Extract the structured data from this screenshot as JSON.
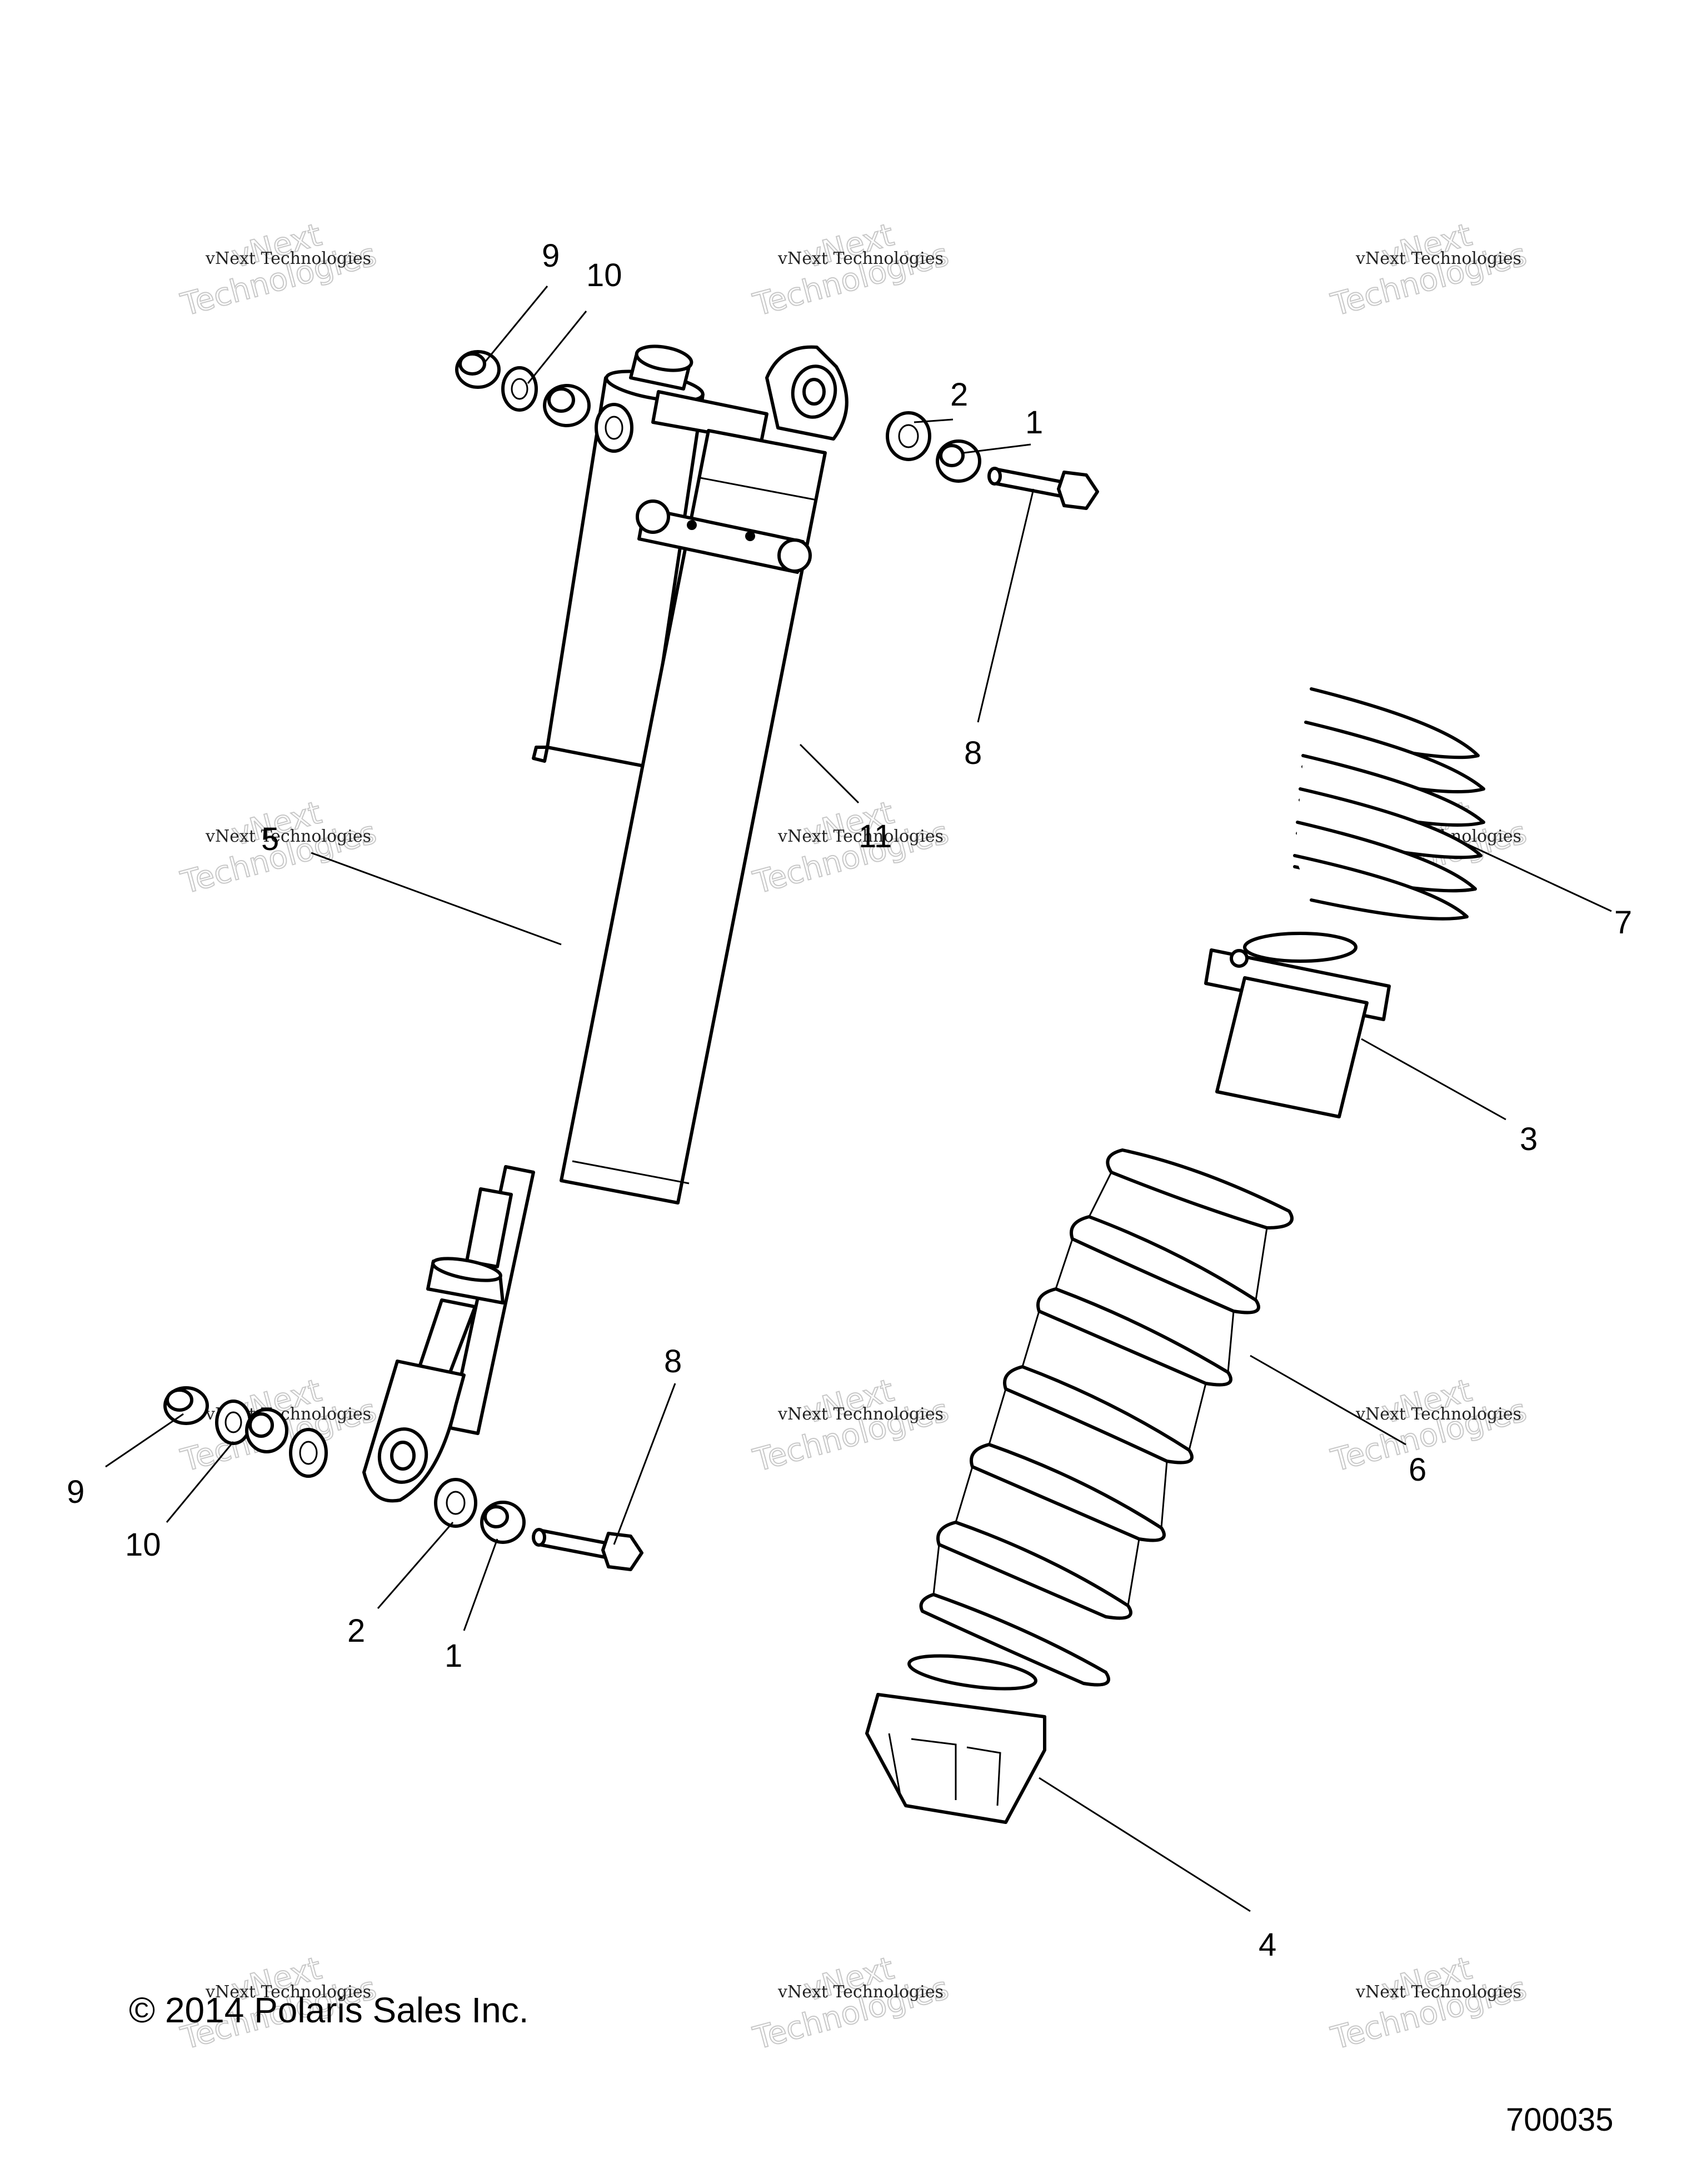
{
  "callouts": {
    "c9_top": "9",
    "c10_top": "10",
    "c2_top": "2",
    "c1_top": "1",
    "c8_top": "8",
    "c5": "5",
    "c11": "11",
    "c7": "7",
    "c3": "3",
    "c8_bottom": "8",
    "c6": "6",
    "c9_bottom": "9",
    "c10_bottom": "10",
    "c2_bottom": "2",
    "c1_bottom": "1",
    "c4": "4"
  },
  "watermark": {
    "line1": "vNext",
    "line2": "Technologies",
    "small": "vNext Technologies"
  },
  "copyright": "© 2014 Polaris Sales Inc.",
  "figure_number": "700035"
}
